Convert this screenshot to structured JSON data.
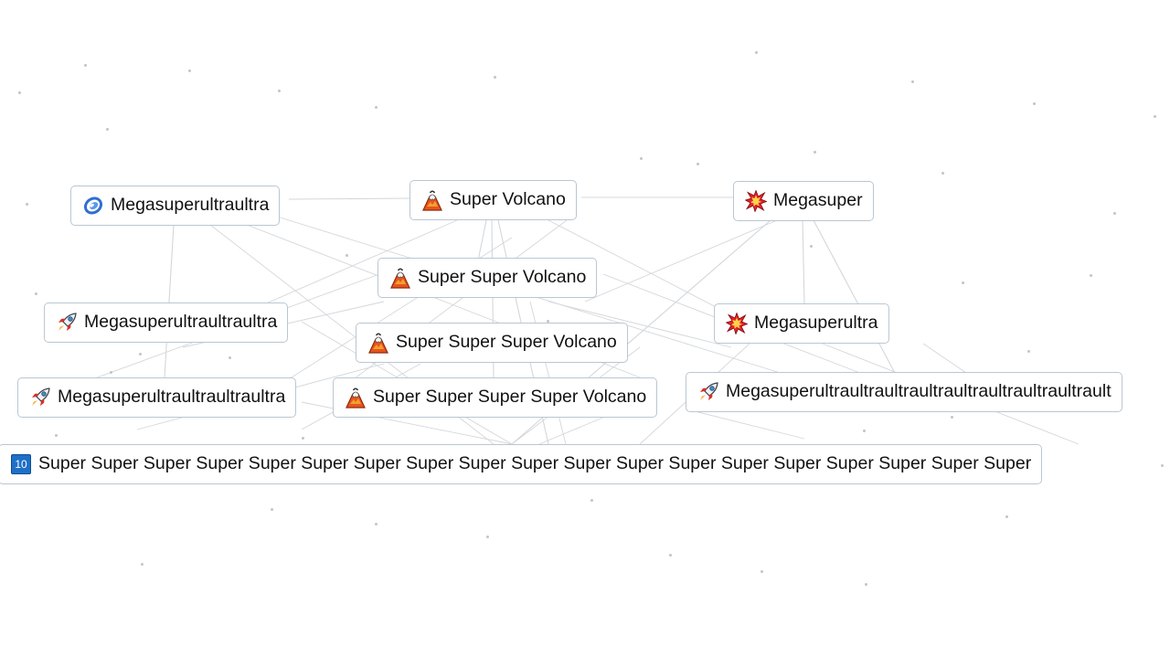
{
  "colors": {
    "background": "#ffffff",
    "element_border": "#b9c7d2",
    "connection_line": "#d3d7db",
    "particle": "#c4c4c4"
  },
  "elements": [
    {
      "id": "megasuperultraultra",
      "emoji": "dizzy-swirl-icon",
      "label": "Megasuperultraultra"
    },
    {
      "id": "super-volcano",
      "emoji": "volcano-icon",
      "label": "Super Volcano"
    },
    {
      "id": "megasuper",
      "emoji": "collision-icon",
      "label": "Megasuper"
    },
    {
      "id": "super-super-volcano",
      "emoji": "volcano-icon",
      "label": "Super Super Volcano"
    },
    {
      "id": "megasuperultraultraultra",
      "emoji": "rocket-icon",
      "label": "Megasuperultraultraultra"
    },
    {
      "id": "super-super-super-volcano",
      "emoji": "volcano-icon",
      "label": "Super Super Super Volcano"
    },
    {
      "id": "megasuperultra",
      "emoji": "collision-icon",
      "label": "Megasuperultra"
    },
    {
      "id": "megasuperultraultraultraultra",
      "emoji": "rocket-icon",
      "label": "Megasuperultraultraultraultra"
    },
    {
      "id": "super-super-super-super-volcano",
      "emoji": "volcano-icon",
      "label": "Super Super Super Super Volcano"
    },
    {
      "id": "megasuper-long",
      "emoji": "rocket-icon",
      "label": "Megasuperultraultraultraultraultraultraultraultrault"
    },
    {
      "id": "super-x19",
      "emoji": "keycap-10-icon",
      "emoji_text": "10",
      "label": "Super Super Super Super Super Super Super Super Super Super Super Super Super Super Super Super Super Super Super"
    }
  ]
}
